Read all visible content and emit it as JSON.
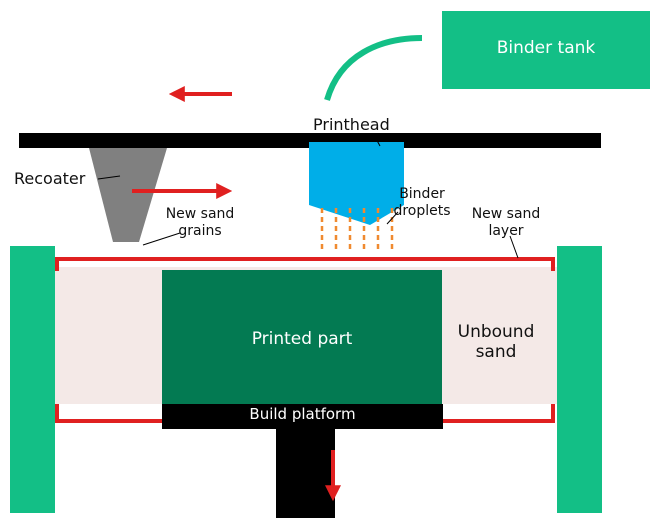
{
  "labels": {
    "binder_tank": "Binder tank",
    "printhead": "Printhead",
    "recoater": "Recoater",
    "new_sand_grains": [
      "New sand",
      "grains"
    ],
    "binder_droplets": [
      "Binder",
      "droplets"
    ],
    "new_sand_layer": [
      "New sand",
      "layer"
    ],
    "printed_part": "Printed part",
    "unbound_sand": [
      "Unbound",
      "sand"
    ],
    "build_platform": "Build platform"
  },
  "colors": {
    "green": "#13bf86",
    "dark_green": "#037a52",
    "printhead_blue": "#00aee8",
    "recoater_gray": "#808080",
    "arrow_red": "#e02020",
    "sand_pink": "#f4e9e7",
    "droplet_orange": "#f08a30",
    "black": "#000000"
  },
  "icons": {
    "arrow_left": "left-arrow-icon",
    "arrow_right": "right-arrow-icon",
    "arrow_down": "down-arrow-icon"
  }
}
